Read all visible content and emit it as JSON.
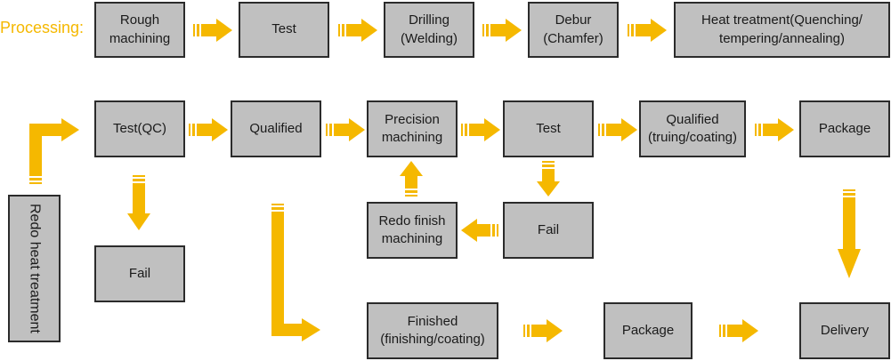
{
  "processing_label": "Processing:",
  "colors": {
    "arrow": "#f5b800",
    "box_fill": "#c0c0c0",
    "box_border": "#2b2b2b"
  },
  "top_row": {
    "rough_machining": "Rough\nmachining",
    "test": "Test",
    "drilling": "Drilling\n(Welding)",
    "debur": "Debur\n(Chamfer)",
    "heat_treatment": "Heat treatment(Quenching/\ntempering/annealing)"
  },
  "redo_heat_treatment": "Redo heat treatment",
  "middle_row": {
    "test_qc": "Test(QC)",
    "qualified": "Qualified",
    "precision_machining": "Precision\nmachining",
    "test": "Test",
    "qualified_truing": "Qualified\n(truing/coating)",
    "package": "Package"
  },
  "fail_left": "Fail",
  "redo_finish_machining": "Redo finish\nmachining",
  "fail_right": "Fail",
  "bottom_row": {
    "finished": "Finished\n(finishing/coating)",
    "package": "Package",
    "delivery": "Delivery"
  }
}
